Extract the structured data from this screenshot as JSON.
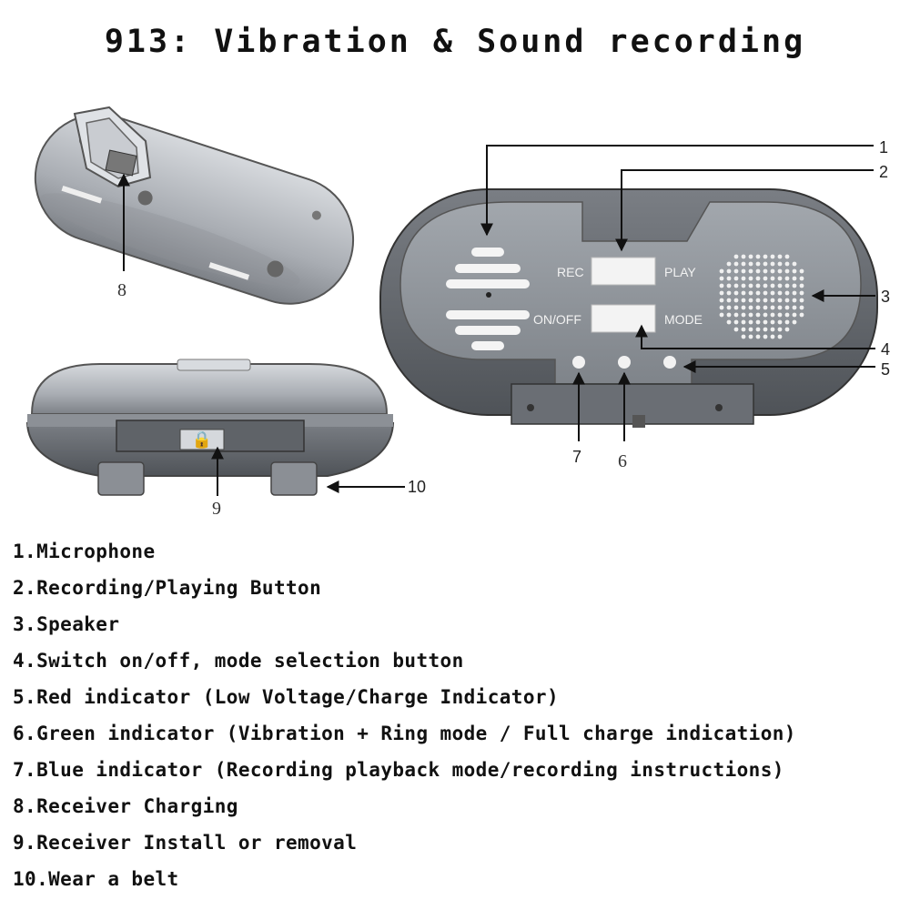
{
  "title": "913: Vibration & Sound recording",
  "device_labels": {
    "rec": "REC",
    "play": "PLAY",
    "on_off": "ON/OFF",
    "mode": "MODE"
  },
  "callouts": [
    "1",
    "2",
    "3",
    "4",
    "5",
    "6",
    "7",
    "8",
    "9",
    "10"
  ],
  "legend": [
    "1.Microphone",
    "2.Recording/Playing Button",
    "3.Speaker",
    "4.Switch on/off, mode selection button",
    "5.Red indicator (Low Voltage/Charge Indicator)",
    "6.Green indicator (Vibration + Ring mode / Full charge indication)",
    "7.Blue indicator (Recording playback mode/recording instructions)",
    "8.Receiver Charging",
    "9.Receiver Install or removal",
    "10.Wear a belt"
  ]
}
